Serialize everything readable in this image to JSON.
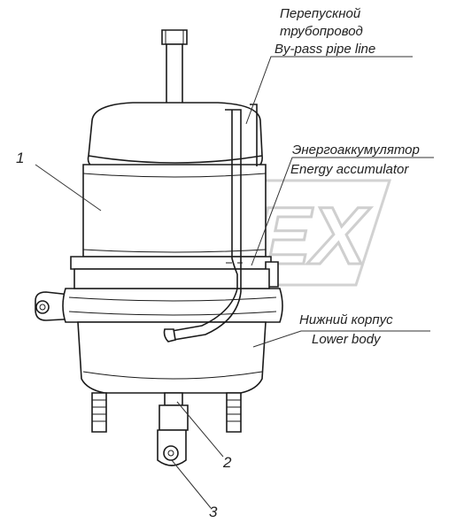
{
  "watermark": "OPEX",
  "callouts": {
    "bypass_ru": "Перепускной",
    "bypass_ru2": "трубопровод",
    "bypass_en": "By-pass pipe line",
    "accumulator_ru": "Энергоаккумулятор",
    "accumulator_en": "Energy accumulator",
    "lower_body_ru": "Нижний корпус",
    "lower_body_en": "Lower body"
  },
  "part_numbers": {
    "n1": "1",
    "n2": "2",
    "n3": "3"
  }
}
